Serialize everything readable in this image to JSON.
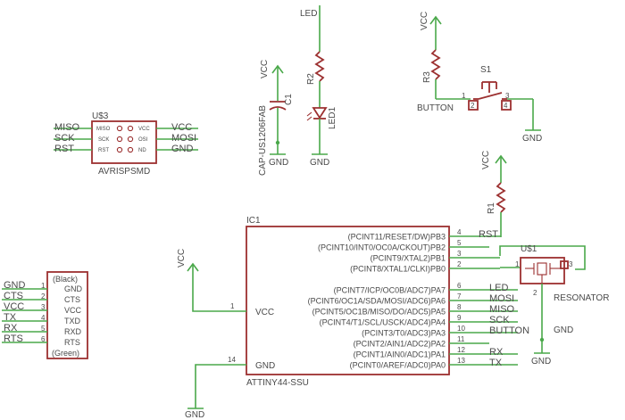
{
  "colors": {
    "wire": "#4aa84a",
    "symbol": "#9c3030",
    "text": "#4a4a4a",
    "background": "#ffffff"
  },
  "isp": {
    "ref": "U$3",
    "value": "AVRISPSMD",
    "left_labels": [
      "MISO",
      "SCK",
      "RST"
    ],
    "right_labels": [
      "VCC",
      "MOSI",
      "GND"
    ],
    "inner_left": [
      "MISO",
      "SCK",
      "RST"
    ],
    "inner_right": [
      "VCC",
      "OSI",
      "ND"
    ]
  },
  "cap": {
    "supply": "VCC",
    "ref": "C1",
    "package": "CAP-US1206FAB",
    "ground": "GND"
  },
  "led_branch": {
    "net": "LED",
    "resistor": "R2",
    "led": "LED1",
    "ground": "GND"
  },
  "button_branch": {
    "supply": "VCC",
    "resistor": "R3",
    "switch": "S1",
    "net": "BUTTON",
    "ground": "GND",
    "pins": [
      "1",
      "2",
      "3",
      "4"
    ]
  },
  "reset_branch": {
    "supply": "VCC",
    "resistor": "R1",
    "net": "RST"
  },
  "ic": {
    "ref": "IC1",
    "value": "ATTINY44-SSU",
    "left_pins": [
      {
        "num": "1",
        "name": "VCC",
        "net": "VCC"
      },
      {
        "num": "14",
        "name": "GND",
        "net": "GND"
      }
    ],
    "right_pins": [
      {
        "name": "(PCINT11/RESET/DW)PB3",
        "num": "4",
        "net": "RST"
      },
      {
        "name": "(PCINT10/INT0/OC0A/CKOUT)PB2",
        "num": "5",
        "net": ""
      },
      {
        "name": "(PCINT9/XTAL2)PB1",
        "num": "3",
        "net": ""
      },
      {
        "name": "(PCINT8/XTAL1/CLKI)PB0",
        "num": "2",
        "net": ""
      },
      {
        "name": "(PCINT7/ICP/OC0B/ADC7)PA7",
        "num": "6",
        "net": "LED"
      },
      {
        "name": "(PCINT6/OC1A/SDA/MOSI/ADC6)PA6",
        "num": "7",
        "net": "MOSI"
      },
      {
        "name": "(PCINT5/OC1B/MISO/DO/ADC5)PA5",
        "num": "8",
        "net": "MISO"
      },
      {
        "name": "(PCINT4/T1/SCL/USCK/ADC4)PA4",
        "num": "9",
        "net": "SCK"
      },
      {
        "name": "(PCINT3/T0/ADC3)PA3",
        "num": "10",
        "net": "BUTTON"
      },
      {
        "name": "(PCINT2/AIN1/ADC2)PA2",
        "num": "11",
        "net": ""
      },
      {
        "name": "(PCINT1/AIN0/ADC1)PA1",
        "num": "12",
        "net": "RX"
      },
      {
        "name": "(PCINT0/AREF/ADC0)PA0",
        "num": "13",
        "net": "TX"
      }
    ],
    "vcc_net": "VCC",
    "gnd_net": "GND"
  },
  "resonator": {
    "ref": "U$1",
    "value": "RESONATOR",
    "ground": "GND",
    "pins": [
      "1",
      "2",
      "3"
    ],
    "gnd_label": "GND"
  },
  "ftdi": {
    "top": "(Black)",
    "bottom": "(Green)",
    "pins": [
      {
        "net": "GND",
        "num": "1",
        "name": "GND"
      },
      {
        "net": "CTS",
        "num": "2",
        "name": "CTS"
      },
      {
        "net": "VCC",
        "num": "3",
        "name": "VCC"
      },
      {
        "net": "TX",
        "num": "4",
        "name": "TXD"
      },
      {
        "net": "RX",
        "num": "5",
        "name": "RXD"
      },
      {
        "net": "RTS",
        "num": "6",
        "name": "RTS"
      }
    ]
  }
}
